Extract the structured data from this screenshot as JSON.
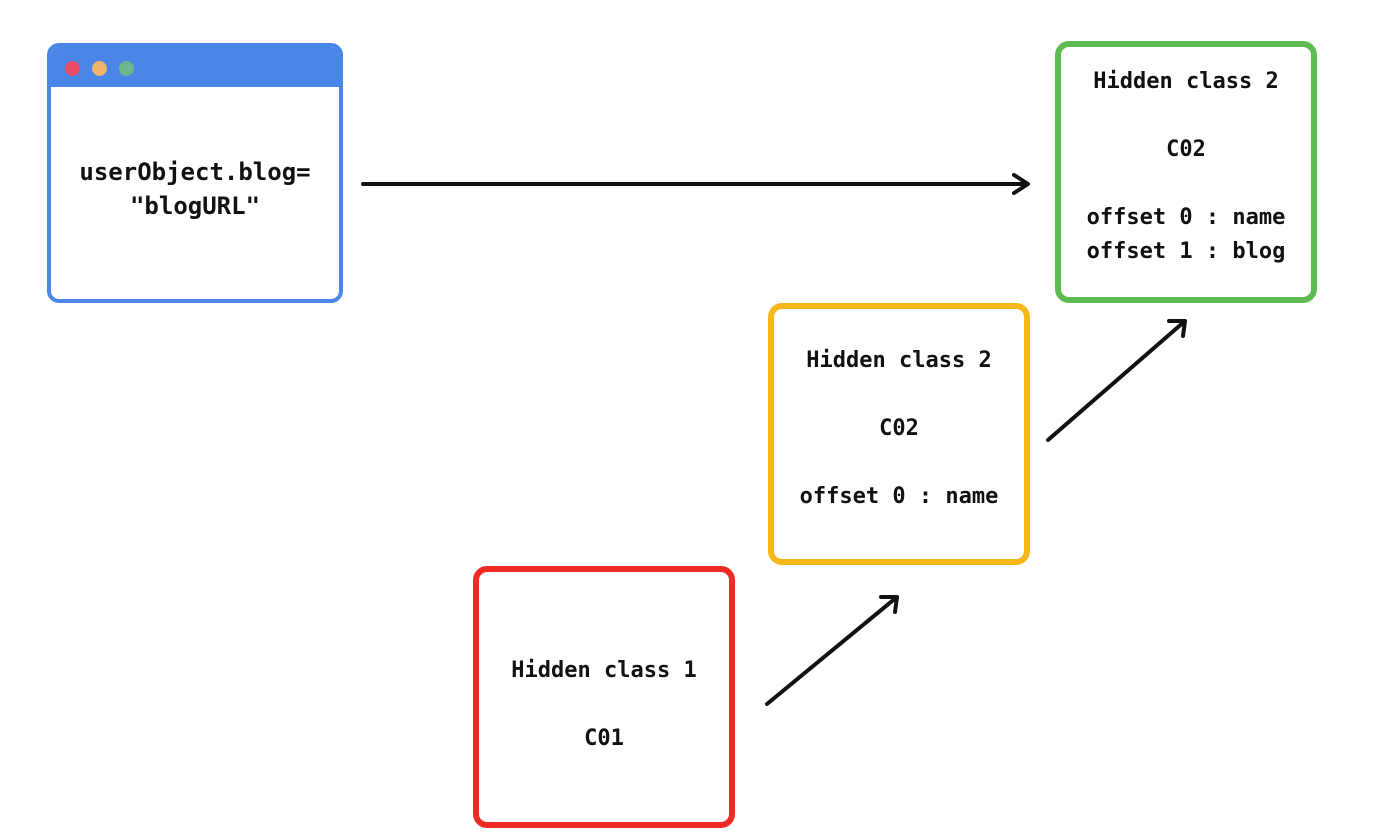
{
  "code_window": {
    "line1": "userObject.blog=",
    "line2": "\"blogURL\"",
    "title_dots": [
      "red-dot",
      "yellow-dot",
      "green-dot"
    ]
  },
  "hidden_class_1": {
    "title": "Hidden class 1",
    "id": "C01",
    "border_color": "#EE2A24"
  },
  "hidden_class_2": {
    "title": "Hidden class 2",
    "id": "C02",
    "offset0": "offset 0 : name",
    "border_color": "#F5B71A"
  },
  "hidden_class_2_final": {
    "title": "Hidden class 2",
    "id": "C02",
    "offset0": "offset 0 : name",
    "offset1": "offset 1 : blog",
    "border_color": "#5CBC52"
  },
  "colors": {
    "window_accent": "#4A86E8",
    "arrow": "#111111"
  }
}
